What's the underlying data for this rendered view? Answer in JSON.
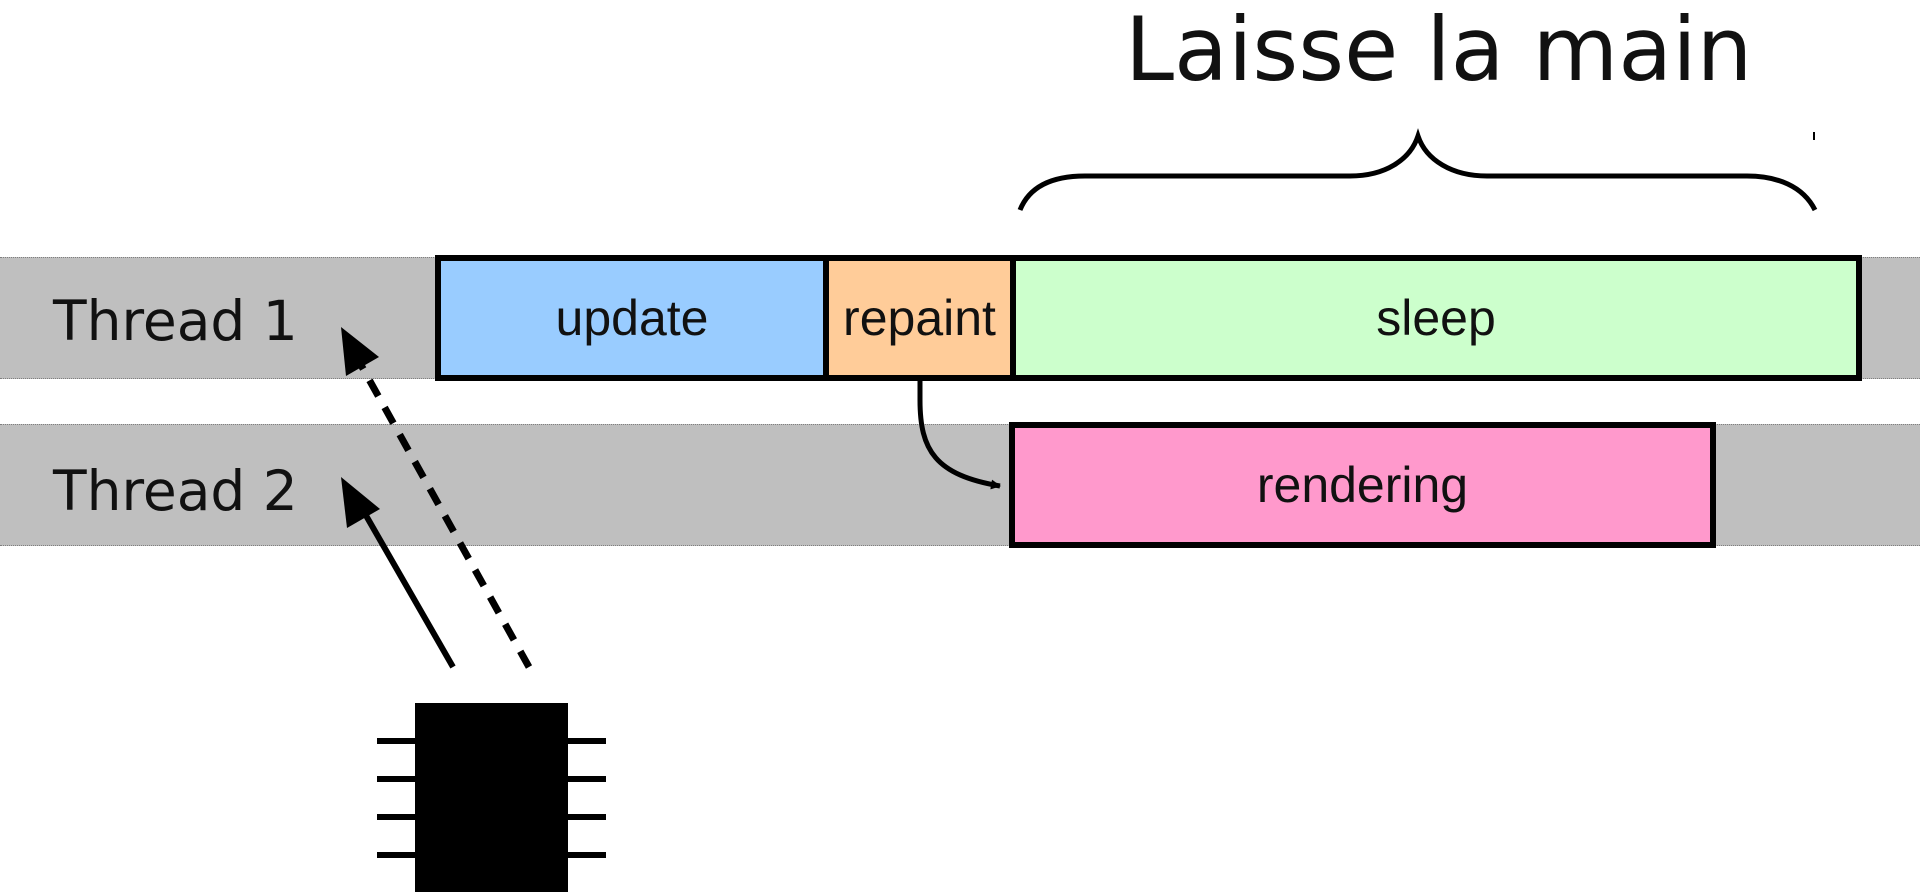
{
  "title": "Laisse la main",
  "threads": [
    {
      "label": "Thread 1"
    },
    {
      "label": "Thread 2"
    }
  ],
  "blocks": {
    "update": {
      "label": "update",
      "color": "#99ccff"
    },
    "repaint": {
      "label": "repaint",
      "color": "#ffcc99"
    },
    "sleep": {
      "label": "sleep",
      "color": "#ccffcc"
    },
    "rendering": {
      "label": "rendering",
      "color": "#ff99cc"
    }
  },
  "colors": {
    "lane_background": "#bfbfbf",
    "outline": "#000000"
  },
  "icons": {
    "processor": "cpu-chip-icon"
  }
}
